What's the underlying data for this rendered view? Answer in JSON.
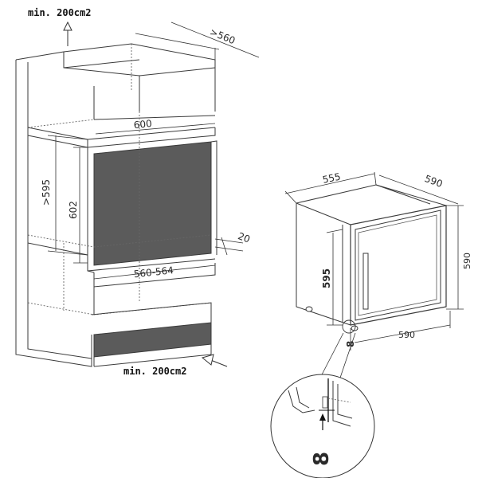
{
  "labels": {
    "vent_top": "min. 200cm2",
    "vent_bottom": "min. 200cm2",
    "depth_gt560": ">560",
    "width_600": "600",
    "height_gt595": ">595",
    "height_602": "602",
    "gap_20": "20",
    "width_560_564": "560-564",
    "appliance_depth_555": "555",
    "appliance_side_590": "590",
    "appliance_height_590": "590",
    "appliance_width_590": "590",
    "appliance_front_595": "595",
    "clearance_8": "8",
    "detail_8": "8"
  },
  "colors": {
    "niche_fill": "#5b5b5b",
    "line": "#3a3a3a",
    "background": "#ffffff"
  },
  "icons": {
    "vent_arrow_up": "arrow-up-icon",
    "vent_arrow_in": "arrow-left-down-icon",
    "detail_arrow": "arrow-up-icon"
  }
}
